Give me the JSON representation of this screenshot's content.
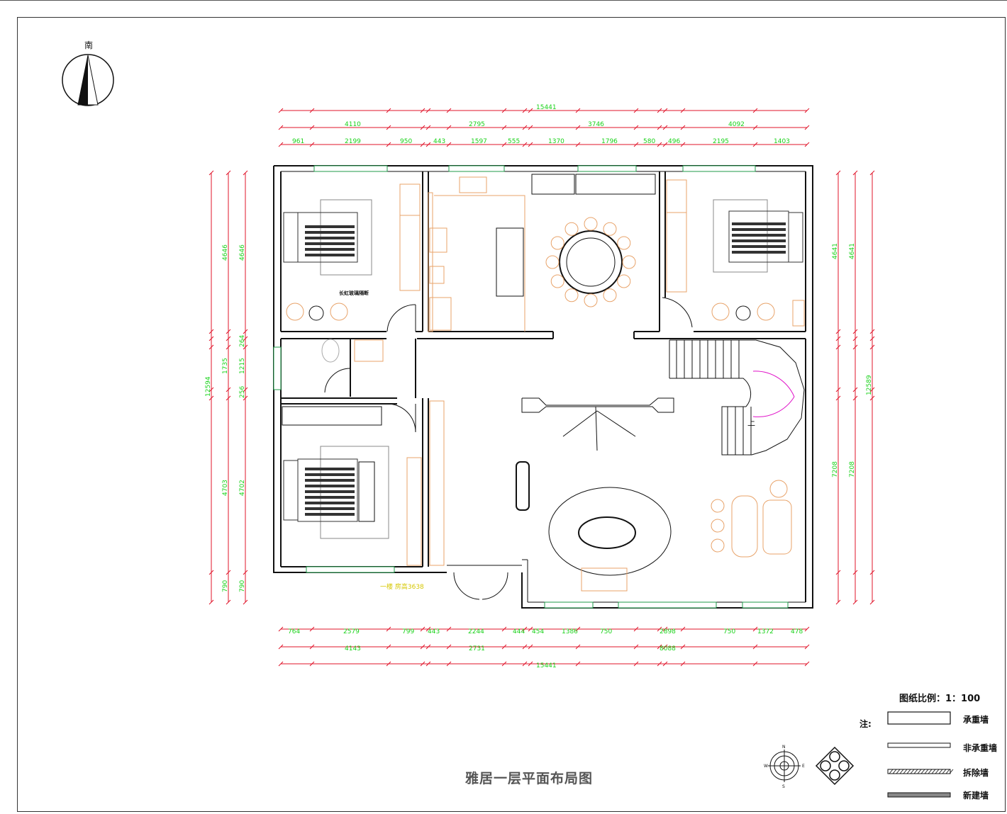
{
  "drawing": {
    "title": "雅居一层平面布局图",
    "scale_label": "图纸比例：1：100",
    "north_char": "南",
    "floor_label": "一楼 房高3638",
    "closet_label": "长虹玻璃隔断",
    "stair_label": "上",
    "compass_letters": {
      "n": "N",
      "s": "S",
      "e": "E",
      "w": "W"
    }
  },
  "legend": {
    "note": "注:",
    "items": [
      "承重墙",
      "非承重墙",
      "拆除墙",
      "新建墙"
    ]
  },
  "dimensions": {
    "top_total": "15441",
    "top_mid": [
      "4110",
      "2795",
      "3746",
      "4092"
    ],
    "top_detail": [
      "961",
      "2199",
      "950",
      "443",
      "1597",
      "555",
      "1370",
      "1796",
      "580",
      "496",
      "2195",
      "1403"
    ],
    "bottom_detail": [
      "764",
      "2579",
      "799",
      "443",
      "2244",
      "444",
      "454",
      "1386",
      "750",
      "2898",
      "750",
      "1372",
      "478"
    ],
    "bottom_mid": [
      "4143",
      "2731",
      "8088"
    ],
    "bottom_total": "15441",
    "left_outer": "12594",
    "left_mid": [
      "4646",
      "1735",
      "4703",
      "790"
    ],
    "left_inner": [
      "4646",
      "264",
      "1215",
      "256",
      "4702",
      "790"
    ],
    "right_inner": [
      "4641",
      "7208"
    ],
    "right_mid": [
      "4641",
      "7208"
    ],
    "right_outer": "12589"
  },
  "colors": {
    "wall": "#111111",
    "dimension": "#19d219",
    "dimension_line": "#e0142a",
    "furniture": "#e8a36a",
    "window": "#1f9a4a",
    "stair_arc": "#e010c8"
  }
}
